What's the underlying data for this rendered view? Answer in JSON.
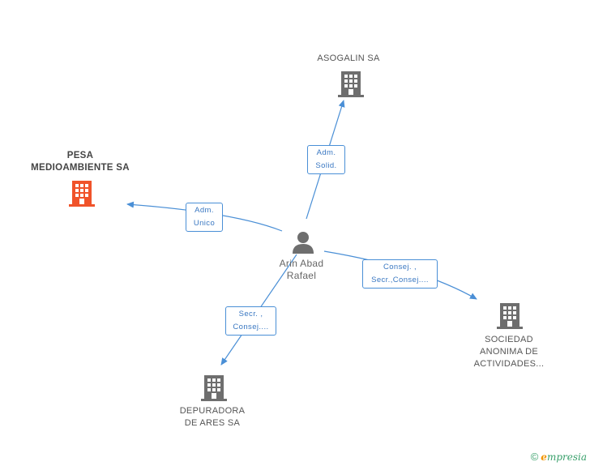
{
  "center": {
    "name_line1": "Arin Abad",
    "name_line2": "Rafael",
    "icon": "person-icon"
  },
  "companies": [
    {
      "id": "asogalin",
      "label_lines": [
        "ASOGALIN SA"
      ],
      "icon": "building-icon",
      "color": "#6e6e6e"
    },
    {
      "id": "pesa",
      "label_lines": [
        "PESA",
        "MEDIOAMBIENTE SA"
      ],
      "icon": "building-icon",
      "color": "#f0532a",
      "highlight": true
    },
    {
      "id": "sociedad",
      "label_lines": [
        "SOCIEDAD",
        "ANONIMA DE",
        "ACTIVIDADES..."
      ],
      "icon": "building-icon",
      "color": "#6e6e6e"
    },
    {
      "id": "depuradora",
      "label_lines": [
        "DEPURADORA",
        "DE ARES SA"
      ],
      "icon": "building-icon",
      "color": "#6e6e6e"
    }
  ],
  "relations": [
    {
      "to": "asogalin",
      "lines": [
        "Adm.",
        "Solid."
      ]
    },
    {
      "to": "pesa",
      "lines": [
        "Adm.",
        "Unico"
      ]
    },
    {
      "to": "sociedad",
      "lines": [
        "Consej. ,",
        "Secr.,Consej...."
      ]
    },
    {
      "to": "depuradora",
      "lines": [
        "Secr. ,",
        "Consej...."
      ]
    }
  ],
  "colors": {
    "edge": "#4a8fd6",
    "building_default": "#6e6e6e",
    "building_highlight": "#f0532a",
    "person": "#6e6e6e"
  },
  "footer": {
    "copyright": "©",
    "brand_e": "e",
    "brand_rest": "mpresia"
  }
}
